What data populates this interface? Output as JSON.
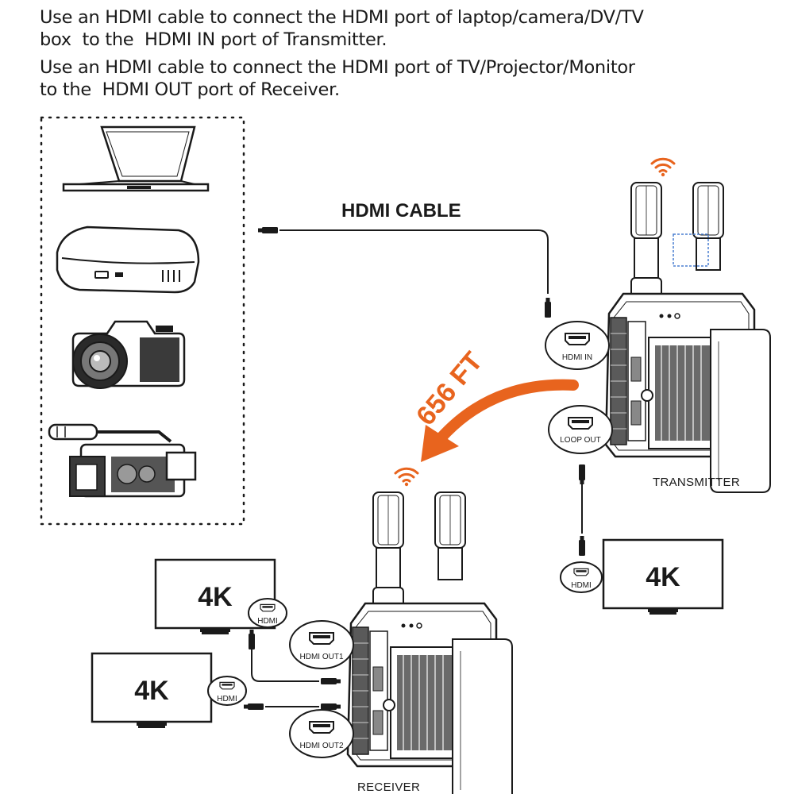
{
  "instructions": {
    "line1": "Use an HDMI cable to connect the HDMI port of laptop/camera/DV/TV",
    "line2": "box  to the  HDMI IN port of Transmitter.",
    "line3": "Use an HDMI cable to connect the HDMI port of TV/Projector/Monitor",
    "line4": "to the  HDMI OUT port of Receiver."
  },
  "diagram": {
    "cable_label": "HDMI CABLE",
    "distance_label": "656 FT",
    "transmitter_label": "TRANSMITTER",
    "receiver_label": "RECEIVER",
    "ports": {
      "hdmi_in": "HDMI IN",
      "loop_out": "LOOP OUT",
      "hdmi_out1": "HDMI OUT1",
      "hdmi_out2": "HDMI OUT2",
      "monitor_hdmi": "HDMI"
    },
    "monitor_label": "4K",
    "source_devices": [
      "laptop",
      "tv-box",
      "camera",
      "camcorder"
    ],
    "colors": {
      "accent": "#e8641e",
      "line": "#1a1a1a",
      "highlight": "#4a7fd0"
    }
  }
}
